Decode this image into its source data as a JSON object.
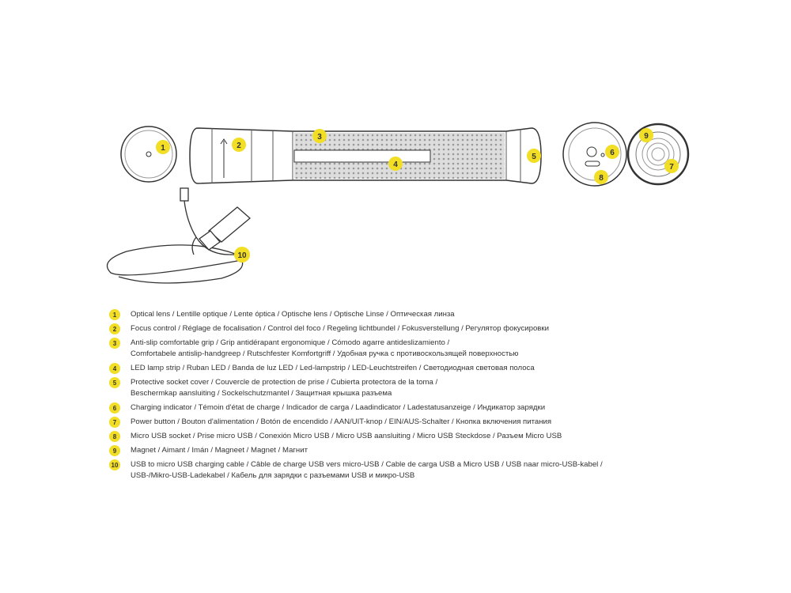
{
  "colors": {
    "badge": "#f2de25",
    "line": "#333333"
  },
  "callouts": [
    "1",
    "2",
    "3",
    "4",
    "5",
    "6",
    "7",
    "8",
    "9",
    "10"
  ],
  "legend": [
    {
      "num": "1",
      "lines": [
        "Optical lens / Lentille optique / Lente óptica / Optische lens / Optische Linse / Оптическая линза"
      ]
    },
    {
      "num": "2",
      "lines": [
        "Focus control / Réglage de focalisation / Control del foco / Regeling lichtbundel / Fokusverstellung / Регулятор фокусировки"
      ]
    },
    {
      "num": "3",
      "lines": [
        "Anti-slip comfortable grip / Grip antidérapant ergonomique / Cómodo agarre antideslizamiento /",
        "Comfortabele antislip-handgreep / Rutschfester Komfortgriff / Удобная ручка с противоскользящей поверхностью"
      ]
    },
    {
      "num": "4",
      "lines": [
        "LED lamp strip / Ruban LED / Banda de luz LED / Led-lampstrip / LED-Leuchtstreifen / Светодиодная световая полоса"
      ]
    },
    {
      "num": "5",
      "lines": [
        "Protective socket cover / Couvercle de protection de prise / Cubierta protectora de la toma /",
        "Beschermkap aansluiting / Sockelschutzmantel / Защитная крышка разъема"
      ]
    },
    {
      "num": "6",
      "lines": [
        "Charging indicator / Témoin d'état de charge / Indicador de carga / Laadindicator / Ladestatusanzeige / Индикатор зарядки"
      ]
    },
    {
      "num": "7",
      "lines": [
        "Power button / Bouton d'alimentation / Botón de encendido / AAN/UIT-knop / EIN/AUS-Schalter / Кнопка включения питания"
      ]
    },
    {
      "num": "8",
      "lines": [
        "Micro USB socket / Prise micro USB / Conexión Micro USB / Micro USB aansluiting / Micro USB Steckdose / Разъем Micro USB"
      ]
    },
    {
      "num": "9",
      "lines": [
        "Magnet / Aimant / Imán / Magneet / Magnet / Магнит"
      ]
    },
    {
      "num": "10",
      "lines": [
        "USB to micro USB charging cable / Câble de charge USB vers micro-USB / Cable de carga USB a Micro USB / USB naar micro-USB-kabel /",
        "USB-/Mikro-USB-Ladekabel / Кабель для зарядки с разъемами USB и микро-USB"
      ]
    }
  ]
}
